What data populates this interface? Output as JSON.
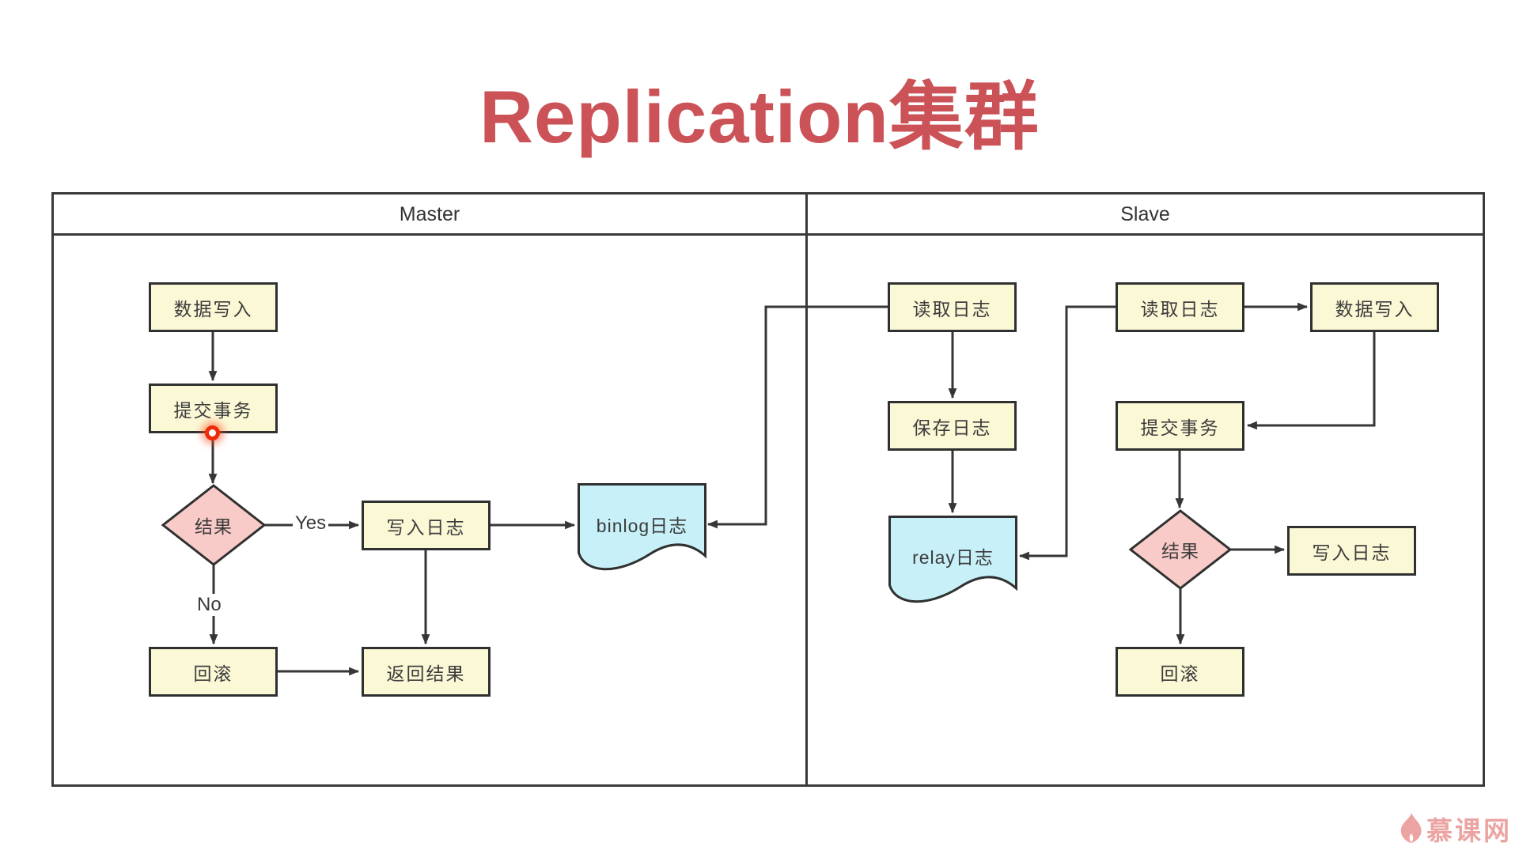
{
  "title": "Replication集群",
  "lanes": {
    "master": "Master",
    "slave": "Slave"
  },
  "master": {
    "data_write": "数据写入",
    "commit": "提交事务",
    "result": "结果",
    "write_log": "写入日志",
    "binlog": "binlog日志",
    "rollback": "回滚",
    "return_result": "返回结果",
    "yes_label": "Yes",
    "no_label": "No"
  },
  "slave": {
    "read_log_io": "读取日志",
    "save_log": "保存日志",
    "relay_log": "relay日志",
    "read_log_sql": "读取日志",
    "data_write": "数据写入",
    "commit": "提交事务",
    "result": "结果",
    "write_log": "写入日志",
    "rollback": "回滚"
  },
  "watermark": {
    "brand": "慕课网"
  },
  "colors": {
    "title": "#cb5257",
    "process_fill": "#fbf8d6",
    "decision_fill": "#f8cbc8",
    "document_fill": "#c7f0f9",
    "shape_border": "#2f3030",
    "arrow": "#363636",
    "click_dot": "#ee2b09",
    "watermark": "#eba4a2"
  }
}
